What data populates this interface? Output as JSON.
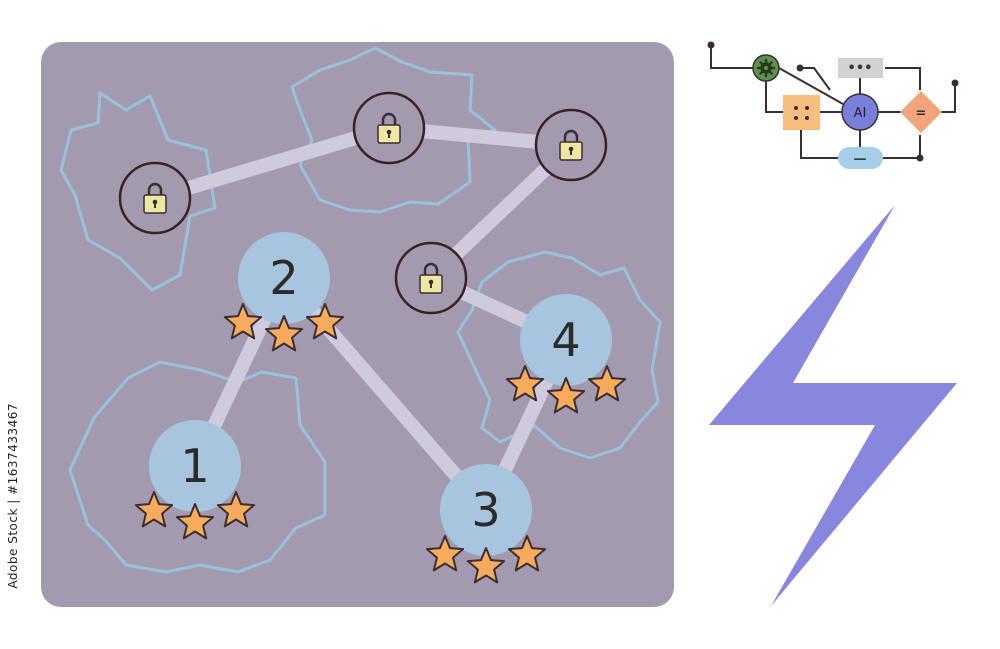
{
  "levels": [
    {
      "label": "1",
      "stars": 3
    },
    {
      "label": "2",
      "stars": 3
    },
    {
      "label": "3",
      "stars": 3
    },
    {
      "label": "4",
      "stars": 3
    }
  ],
  "locked_nodes": 4,
  "flowchart": {
    "ai_label": "AI",
    "dots_glyph": "•••",
    "equals_glyph": "=",
    "minus_glyph": "—"
  },
  "stock_id": "Adobe Stock | #1637433467",
  "colors": {
    "map_background": "#a49aaf",
    "region_outline": "#98c1de",
    "node_fill": "#a8c5df",
    "path": "#cfcbdc",
    "star": "#f8ab5d",
    "lock": "#efe7a4",
    "lightning": "#8986dd",
    "ai_node": "#7b7ed8",
    "gear_node": "#5d9150",
    "square_node": "#f7bd80",
    "diamond_node": "#f4a47c",
    "pill_node": "#a8cfe9",
    "dots_node": "#d2d2d2"
  }
}
